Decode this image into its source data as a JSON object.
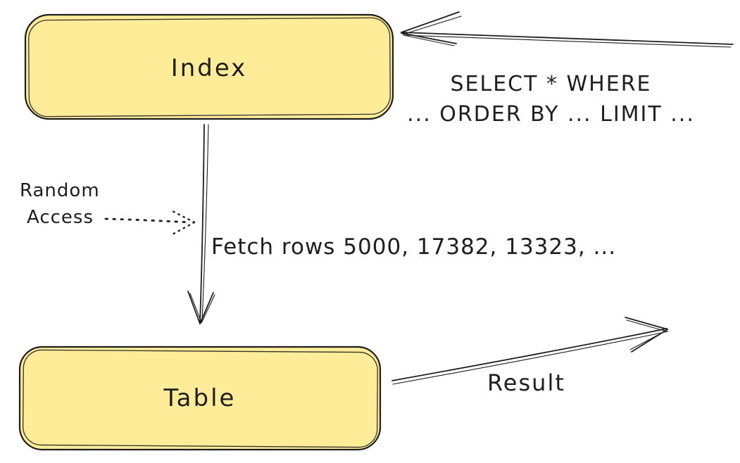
{
  "colors": {
    "node-fill": "#ffec99",
    "stroke": "#1e1e1e",
    "background": "#ffffff"
  },
  "nodes": {
    "index": {
      "label": "Index"
    },
    "table": {
      "label": "Table"
    }
  },
  "edges": {
    "query": {
      "label_line1": "SELECT * WHERE",
      "label_line2": "... ORDER BY ... LIMIT ..."
    },
    "fetch": {
      "label": "Fetch rows 5000, 17382, 13323, ..."
    },
    "random_access": {
      "label_line1": "Random",
      "label_line2": "Access"
    },
    "result": {
      "label": "Result"
    }
  }
}
